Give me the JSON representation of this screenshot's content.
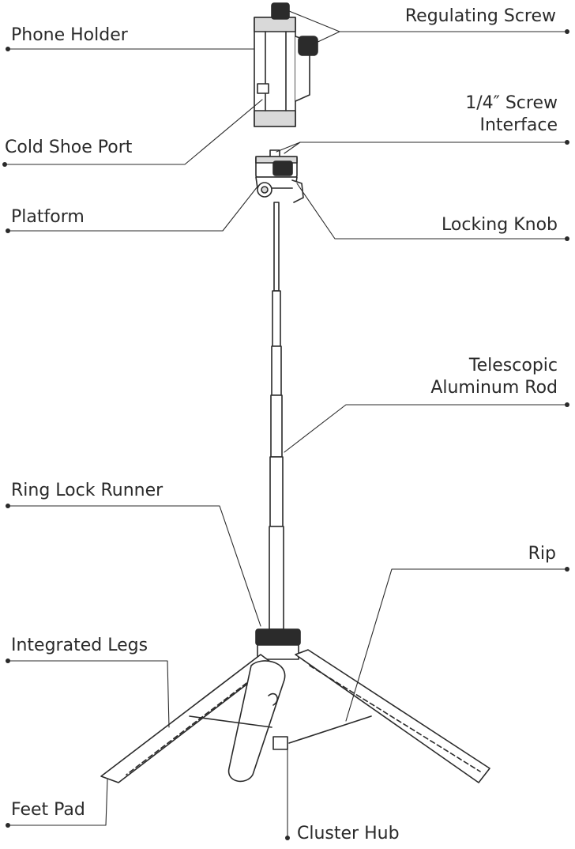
{
  "labels": {
    "phone_holder": "Phone Holder",
    "regulating_screw": "Regulating Screw",
    "screw_interface_line1": "1/4″ Screw",
    "screw_interface_line2": "Interface",
    "cold_shoe_port": "Cold Shoe Port",
    "platform": "Platform",
    "locking_knob": "Locking Knob",
    "telescopic_line1": "Telescopic",
    "telescopic_line2": "Aluminum Rod",
    "ring_lock_runner": "Ring Lock Runner",
    "rip": "Rip",
    "integrated_legs": "Integrated Legs",
    "feet_pad": "Feet Pad",
    "cluster_hub": "Cluster Hub"
  },
  "colors": {
    "line": "#2a2a2a",
    "part_fill": "#ffffff",
    "part_shade": "#d9d9d9",
    "dark": "#2b2b2b"
  }
}
